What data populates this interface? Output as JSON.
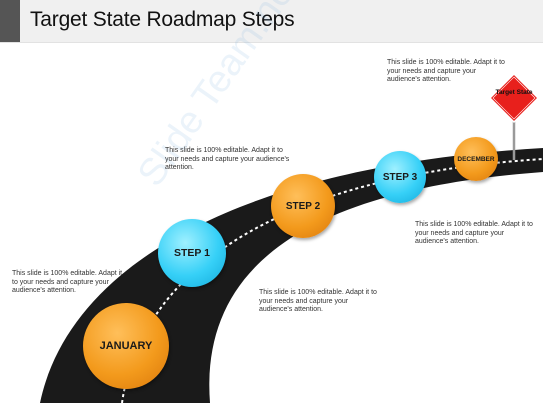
{
  "title": "Target State Roadmap Steps",
  "watermark": "Slide Team.net",
  "steps": {
    "january": "JANUARY",
    "step1": "STEP 1",
    "step2": "STEP 2",
    "step3": "STEP 3",
    "december": "DECEMBER"
  },
  "sign": {
    "label": "Target State"
  },
  "notes": {
    "left": "This slide is 100% editable. Adapt it to your needs and capture your audience's attention.",
    "upper_middle": "This slide is 100% editable. Adapt it to your needs and capture your audience's attention.",
    "top_right": "This slide is 100% editable. Adapt it to your needs and capture your audience's attention.",
    "right": "This slide is 100% editable. Adapt it to your needs and capture your audience's attention.",
    "bottom_middle": "This slide is 100% editable. Adapt it to your needs and capture your audience's attention."
  },
  "colors": {
    "orange": "#f39a1c",
    "blue": "#36d0f7",
    "road": "#1a1a1a",
    "sign": "#e8201c"
  }
}
